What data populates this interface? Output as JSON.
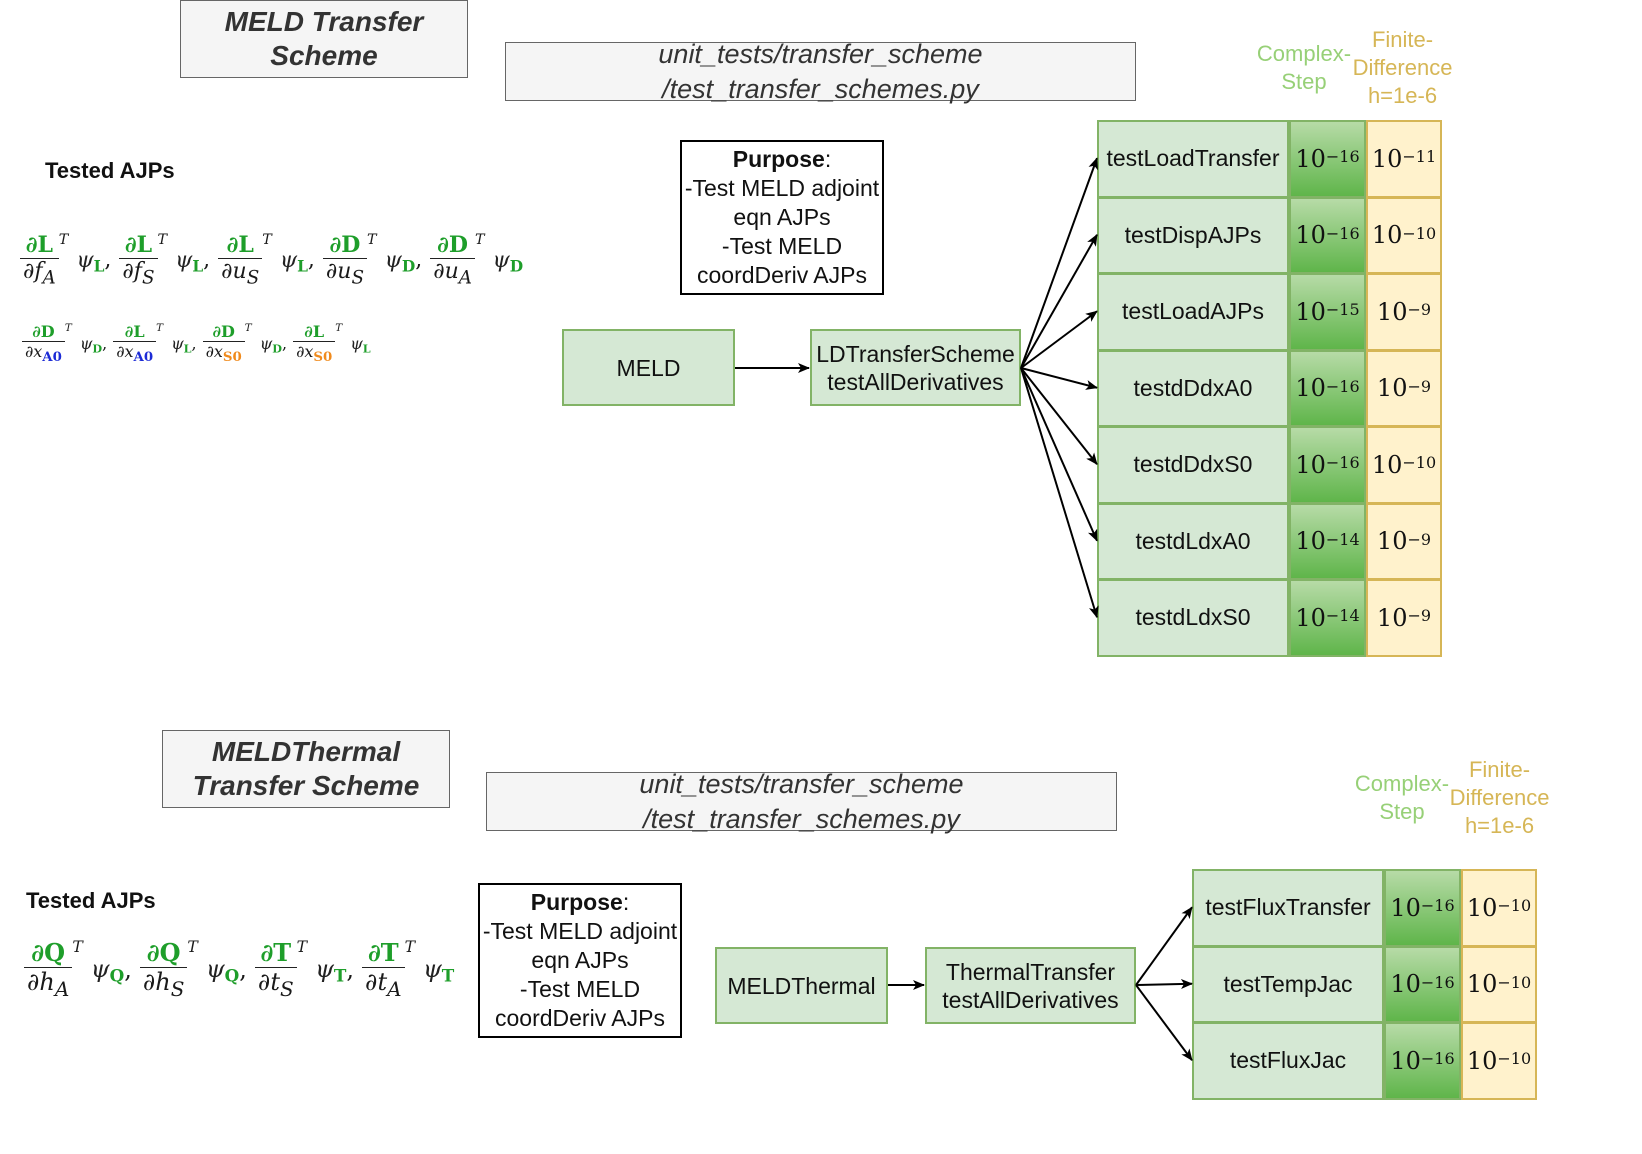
{
  "sections": [
    {
      "title": "MELD Transfer Scheme",
      "path_line1": "unit_tests/transfer_scheme",
      "path_line2": "/test_transfer_schemes.py",
      "tested_label": "Tested AJPs",
      "purpose_heading": "Purpose",
      "purpose_lines": [
        "-Test MELD adjoint",
        "eqn AJPs",
        "-Test MELD",
        "coordDeriv AJPs"
      ],
      "source_node": "MELD",
      "test_node_line1": "LDTransferScheme",
      "test_node_line2": "testAllDerivatives",
      "header_cs": [
        "Complex-",
        "Step"
      ],
      "header_fd": [
        "Finite-",
        "Difference",
        "h=1e-6"
      ],
      "tests": [
        {
          "name": "testLoadTransfer",
          "cs": "−16",
          "fd": "−11"
        },
        {
          "name": "testDispAJPs",
          "cs": "−16",
          "fd": "−10"
        },
        {
          "name": "testLoadAJPs",
          "cs": "−15",
          "fd": "−9"
        },
        {
          "name": "testdDdxA0",
          "cs": "−16",
          "fd": "−9"
        },
        {
          "name": "testdDdxS0",
          "cs": "−16",
          "fd": "−10"
        },
        {
          "name": "testdLdxA0",
          "cs": "−14",
          "fd": "−9"
        },
        {
          "name": "testdLdxS0",
          "cs": "−14",
          "fd": "−9"
        }
      ],
      "ajps_row1": [
        {
          "num": "∂L",
          "den": "∂f",
          "sub": "A",
          "psi": "L"
        },
        {
          "num": "∂L",
          "den": "∂f",
          "sub": "S",
          "psi": "L"
        },
        {
          "num": "∂L",
          "den": "∂u",
          "sub": "S",
          "psi": "L"
        },
        {
          "num": "∂D",
          "den": "∂u",
          "sub": "S",
          "psi": "D"
        },
        {
          "num": "∂D",
          "den": "∂u",
          "sub": "A",
          "psi": "D"
        }
      ],
      "ajps_row2": [
        {
          "num": "∂D",
          "den": "∂x",
          "sub": "A0",
          "psi": "D",
          "color": "blue"
        },
        {
          "num": "∂L",
          "den": "∂x",
          "sub": "A0",
          "psi": "L",
          "color": "blue"
        },
        {
          "num": "∂D",
          "den": "∂x",
          "sub": "S0",
          "psi": "D",
          "color": "orange"
        },
        {
          "num": "∂L",
          "den": "∂x",
          "sub": "S0",
          "psi": "L",
          "color": "orange"
        }
      ]
    },
    {
      "title": "MELDThermal Transfer Scheme",
      "path_line1": "unit_tests/transfer_scheme",
      "path_line2": "/test_transfer_schemes.py",
      "tested_label": "Tested AJPs",
      "purpose_heading": "Purpose",
      "purpose_lines": [
        "-Test MELD adjoint",
        "eqn AJPs",
        "-Test MELD",
        "coordDeriv AJPs"
      ],
      "source_node": "MELDThermal",
      "test_node_line1": "ThermalTransfer",
      "test_node_line2": "testAllDerivatives",
      "header_cs": [
        "Complex-",
        "Step"
      ],
      "header_fd": [
        "Finite-",
        "Difference",
        "h=1e-6"
      ],
      "tests": [
        {
          "name": "testFluxTransfer",
          "cs": "−16",
          "fd": "−10"
        },
        {
          "name": "testTempJac",
          "cs": "−16",
          "fd": "−10"
        },
        {
          "name": "testFluxJac",
          "cs": "−16",
          "fd": "−10"
        }
      ],
      "ajps_row1": [
        {
          "num": "∂Q",
          "den": "∂h",
          "sub": "A",
          "psi": "Q"
        },
        {
          "num": "∂Q",
          "den": "∂h",
          "sub": "S",
          "psi": "Q"
        },
        {
          "num": "∂T",
          "den": "∂t",
          "sub": "S",
          "psi": "T"
        },
        {
          "num": "∂T",
          "den": "∂t",
          "sub": "A",
          "psi": "T"
        }
      ]
    }
  ],
  "common": {
    "base": "10",
    "sup_T": "T",
    "psi": "ψ",
    "colon": ":",
    "comma": ","
  }
}
